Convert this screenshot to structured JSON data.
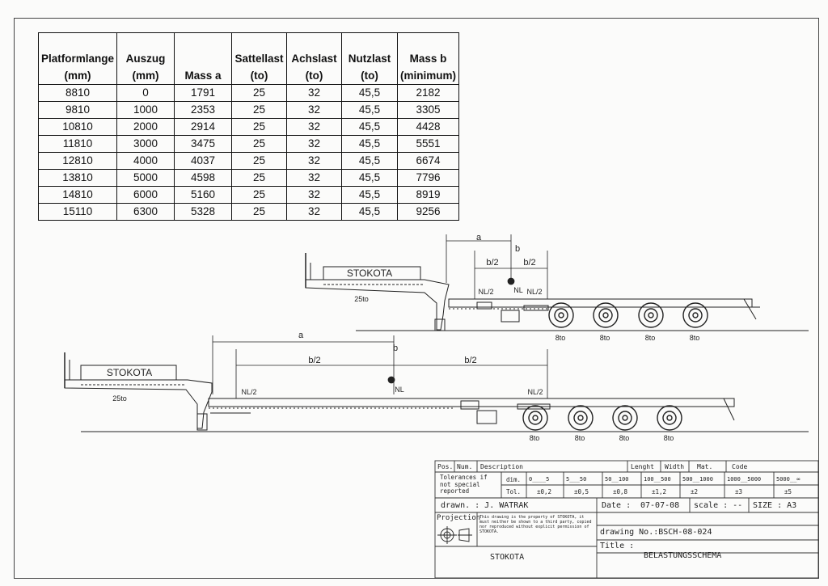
{
  "table": {
    "headers": [
      "Platformlange (mm)",
      "Auszug (mm)",
      "Mass a",
      "Sattellast (to)",
      "Achslast (to)",
      "Nutzlast (to)",
      "Mass b (minimum)"
    ],
    "rows": [
      [
        "8810",
        "0",
        "1791",
        "25",
        "32",
        "45,5",
        "2182"
      ],
      [
        "9810",
        "1000",
        "2353",
        "25",
        "32",
        "45,5",
        "3305"
      ],
      [
        "10810",
        "2000",
        "2914",
        "25",
        "32",
        "45,5",
        "4428"
      ],
      [
        "11810",
        "3000",
        "3475",
        "25",
        "32",
        "45,5",
        "5551"
      ],
      [
        "12810",
        "4000",
        "4037",
        "25",
        "32",
        "45,5",
        "6674"
      ],
      [
        "13810",
        "5000",
        "4598",
        "25",
        "32",
        "45,5",
        "7796"
      ],
      [
        "14810",
        "6000",
        "5160",
        "25",
        "32",
        "45,5",
        "8919"
      ],
      [
        "15110",
        "6300",
        "5328",
        "25",
        "32",
        "45,5",
        "9256"
      ]
    ]
  },
  "drawing_top": {
    "brand": "STOKOTA",
    "dim_a": "a",
    "dim_b": "b",
    "half_b": "b/2",
    "nl_half": "NL/2",
    "nl": "NL",
    "king_load": "25to",
    "axle_loads": [
      "8to",
      "8to",
      "8to",
      "8to"
    ]
  },
  "drawing_bottom": {
    "brand": "STOKOTA",
    "dim_a": "a",
    "dim_b": "b",
    "half_b": "b/2",
    "nl_half": "NL/2",
    "nl": "NL",
    "king_load": "25to",
    "axle_loads": [
      "8to",
      "8to",
      "8to",
      "8to"
    ]
  },
  "title_block": {
    "header": [
      "Pos.",
      "Num.",
      "Description",
      "Lenght",
      "Width",
      "Mat.",
      "Code"
    ],
    "tolerances_label": "Tolerances if not special reported",
    "dim_label": "dim.",
    "tol_label": "Tol.",
    "ranges": [
      "0____5",
      "5___50",
      "50__100",
      "100__500",
      "500__1000",
      "1000__5000",
      "5000__∞"
    ],
    "tolerances": [
      "±0,2",
      "±0,5",
      "±0,8",
      "±1,2",
      "±2",
      "±3",
      "±5"
    ],
    "drawn": "drawn. : J. WATRAK",
    "date_label": "Date :",
    "date": "07-07-08",
    "scale": "scale : --",
    "size": "SIZE : A3",
    "projection": "Projection",
    "notice": "This drawing is the property of STOKOTA, it must neither be shown to a third party, copied nor reproduced without explicit permission of STOKOTA.",
    "drawing_no": "drawing No.:BSCH-08-024",
    "title_label": "Title :",
    "title": "BELASTUNGSSCHEMA",
    "company": "STOKOTA"
  }
}
